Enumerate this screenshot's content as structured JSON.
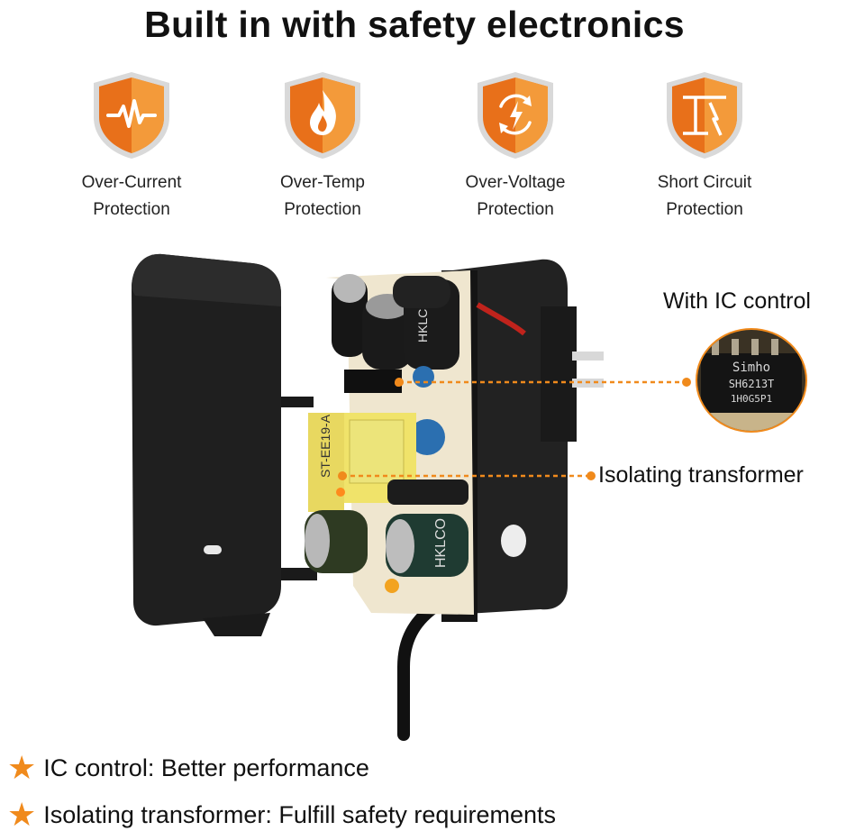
{
  "title": "Built in with safety electronics",
  "badges": [
    {
      "icon": "pulse-icon",
      "line1": "Over-Current",
      "line2": "Protection"
    },
    {
      "icon": "flame-icon",
      "line1": "Over-Temp",
      "line2": "Protection"
    },
    {
      "icon": "cycle-bolt-icon",
      "line1": "Over-Voltage",
      "line2": "Protection"
    },
    {
      "icon": "short-circuit-icon",
      "line1": "Short Circuit",
      "line2": "Protection"
    }
  ],
  "callouts": {
    "ic": "With IC control",
    "transformer": "Isolating transformer",
    "chip_line1": "Simho",
    "chip_line2": "SH6213T",
    "chip_line3": "1H0G5P1"
  },
  "bullets": [
    "IC control: Better performance",
    "Isolating transformer: Fulfill safety requirements"
  ],
  "colors": {
    "accent": "#f08a1c",
    "shield_dark": "#e06a10",
    "shield_light": "#f7a545",
    "device": "#1e1e1e",
    "pcb": "#efe6cf"
  }
}
